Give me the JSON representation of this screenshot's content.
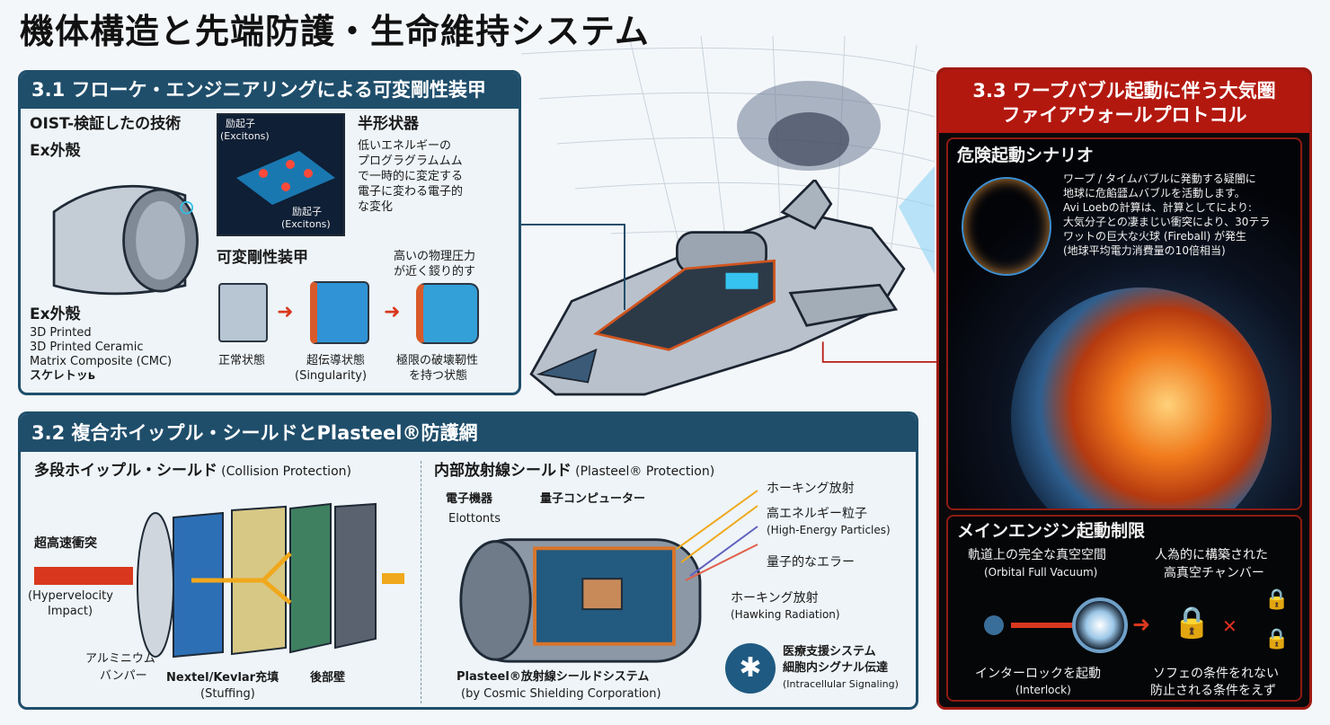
{
  "title": "機体構造と先端防護・生命維持システム",
  "s31": {
    "header": "3.1 フローケ・エンジニアリングによる可変剛性装甲",
    "oist": "OIST-検証したの技術",
    "ex_top": "Ex外殻",
    "ex_label": "Ex外殻",
    "ex_desc": [
      "3D Printed",
      "3D Printed Ceramic",
      "Matrix Composite (CMC)",
      "スケレトッь"
    ],
    "exciton_1": [
      "励起子",
      "(Excitons)"
    ],
    "exciton_2": [
      "励起子",
      "(Excitons)"
    ],
    "semi_title": "半形状器",
    "semi_desc": [
      "低いエネルギーの",
      "プログラグラムムム",
      "で一時的に変定する",
      "電子に変わる電子的",
      "な変化"
    ],
    "vs_title": "可変剛性装甲",
    "pressure": [
      "高いの物理圧力",
      "が近く鋄り的す"
    ],
    "states": [
      [
        "正常状態"
      ],
      [
        "超伝導状態",
        "(Singularity)"
      ],
      [
        "極限の破壊靭性",
        "を持つ状態"
      ]
    ]
  },
  "s32": {
    "header": "3.2 複合ホイップル・シールドとPlasteel®防護網",
    "left_title": "多段ホイップル・シールド",
    "left_title_en": "(Collision Protection)",
    "impact": "超高速衝突",
    "impact_en": [
      "(Hypervelocity",
      "Impact)"
    ],
    "bumper": [
      "アルミニウム",
      "バンパー"
    ],
    "stuffing": "Nextel/Kevlar充填",
    "stuffing_en": "(Stuffing)",
    "rear_wall": "後部壁",
    "right_title": "内部放射線シールド",
    "right_title_en": "(Plasteel® Protection)",
    "electronics": "電子機器",
    "electronics_en": "Elottonts",
    "quantum_computer": "量子コンピューター",
    "hawking1": "ホーキング放射",
    "high_energy": "高エネルギー粒子",
    "high_energy_en": "(High-Energy Particles)",
    "quantum_error": "量子的なエラー",
    "hawking2": "ホーキング放射",
    "hawking2_en": "(Hawking Radiation)",
    "plasteel": "Plasteel®放射線シールドシステム",
    "plasteel_en": "(by Cosmic Shielding Corporation)",
    "medical": [
      "医療支援システム",
      "細胞内シグナル伝達",
      "(Intracellular Signaling)"
    ]
  },
  "s33": {
    "header": [
      "3.3 ワープバブル起動に伴う大気圏",
      "ファイアウォールプロトコル"
    ],
    "danger_title": "危険起動シナリオ",
    "danger_desc": [
      "ワープ / タイムバブルに発動する疑闇に",
      "地球に危餡瓥ムバブルを活動します。",
      "Avi Loebの計算は、計算としてにより:",
      "大気分子との凄まじい衝突により、30テラ",
      "ワットの巨大な火球 (Fireball) が発生",
      "(地球平均電力消費量の10倍相当)"
    ],
    "engine_title": "メインエンジン起動制限",
    "orbital": [
      "軌道上の完全な真空空間",
      "(Orbital Full Vacuum)"
    ],
    "chamber": [
      "人為的に構築された",
      "高真空チャンバー"
    ],
    "interlock": [
      "インターロックを起動",
      "(Interlock)"
    ],
    "conditions": [
      "ソフェの条件をれない",
      "防止される条件をえず"
    ]
  },
  "colors": {
    "panel_blue": "#1f4e6b",
    "panel_red": "#b3180f",
    "arrow_red": "#d9381e",
    "arrow_orange": "#f0a81c"
  }
}
